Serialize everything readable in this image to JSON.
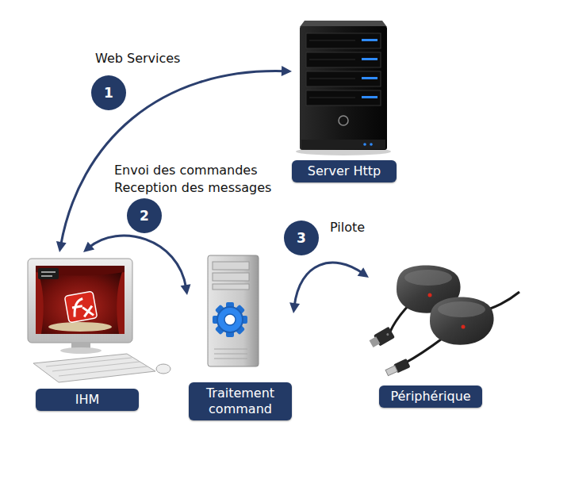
{
  "diagram": {
    "nodes": [
      {
        "text": [
          "Server Http"
        ]
      },
      {
        "text": [
          "IHM"
        ]
      },
      {
        "text": [
          "Traitement command"
        ]
      },
      {
        "text": [
          "Périphérique"
        ]
      }
    ],
    "edges": [
      {
        "from": 1,
        "to": 0,
        "arrow": "both",
        "label": "Web Services"
      },
      {
        "from": 2,
        "to": 1,
        "arrow": "both",
        "label": "Envoi des commandes Reception des messages"
      },
      {
        "from": 2,
        "to": 3,
        "arrow": "both",
        "label": "Pilote"
      }
    ],
    "labels": [
      "1",
      "2",
      "3"
    ]
  }
}
